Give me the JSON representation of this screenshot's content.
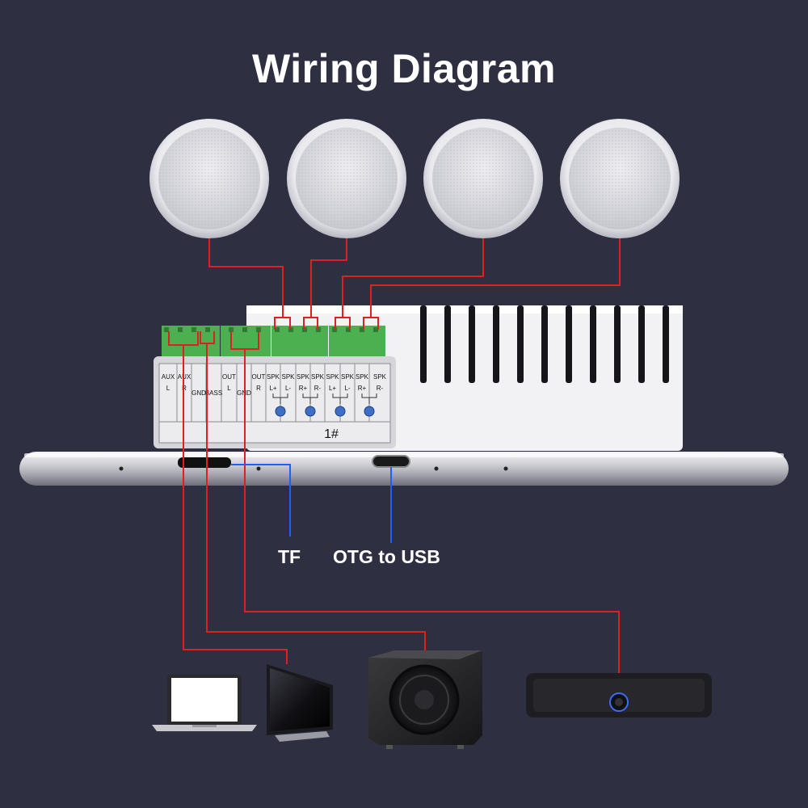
{
  "title": "Wiring Diagram",
  "terminals": [
    {
      "top": "AUX",
      "bottom": "L"
    },
    {
      "top": "AUX",
      "bottom": "R"
    },
    {
      "top": "GND",
      "bottom": ""
    },
    {
      "top": "BASS",
      "bottom": ""
    },
    {
      "top": "OUT",
      "bottom": "L"
    },
    {
      "top": "GND",
      "bottom": ""
    },
    {
      "top": "OUT",
      "bottom": "R"
    },
    {
      "top": "SPK",
      "bottom": "L+"
    },
    {
      "top": "SPK",
      "bottom": "L-"
    },
    {
      "top": "SPK",
      "bottom": "R+"
    },
    {
      "top": "SPK",
      "bottom": "R-"
    },
    {
      "top": "SPK",
      "bottom": "L+"
    },
    {
      "top": "SPK",
      "bottom": "L-"
    },
    {
      "top": "SPK",
      "bottom": "R+"
    },
    {
      "top": "SPK",
      "bottom": "R-"
    }
  ],
  "zone_label": "1#",
  "ports": {
    "tf": "TF",
    "otg": "OTG to USB"
  },
  "colors": {
    "background": "#2e2f40",
    "speaker_wire": "#e02020",
    "data_wire": "#1f5fff",
    "terminal_block": "#4caf50"
  },
  "devices": [
    "laptop",
    "monitor",
    "subwoofer",
    "soundbar"
  ]
}
